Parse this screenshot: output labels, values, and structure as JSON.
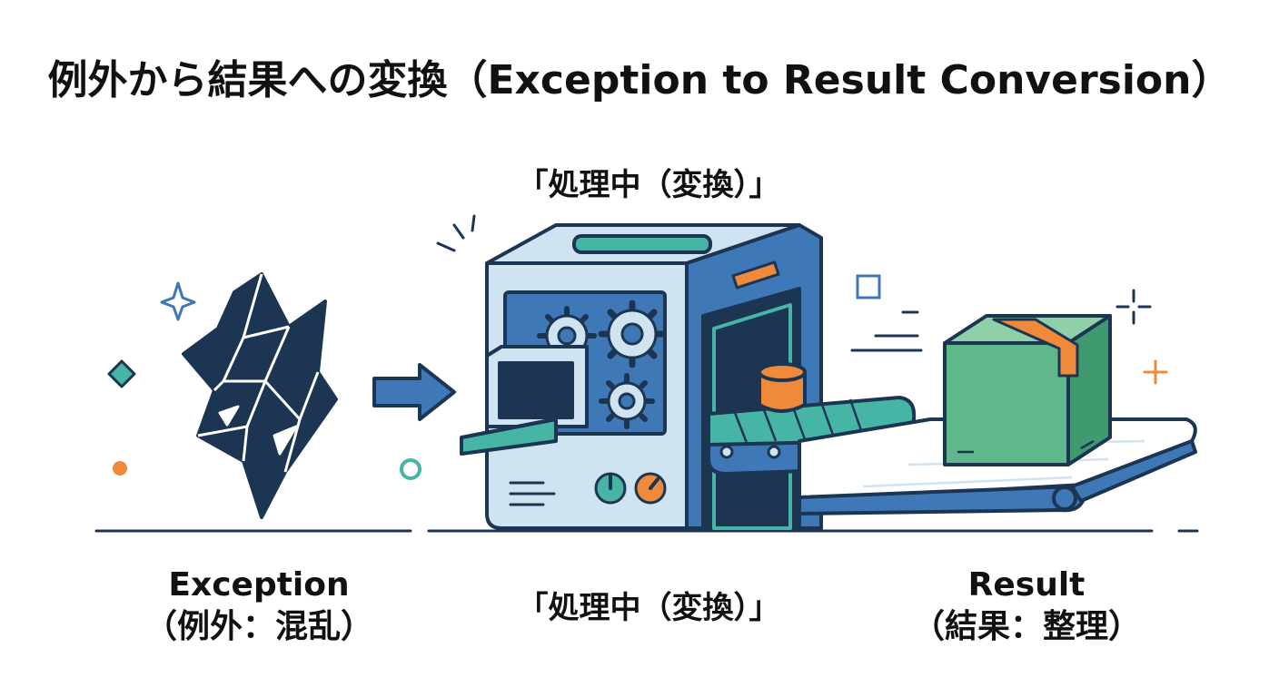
{
  "title": "例外から結果への変換（Exception to Result Conversion）",
  "machine_label_top": "「処理中（変換）」",
  "exception": {
    "name": "Exception",
    "subtitle": "（例外：混乱）"
  },
  "processing": {
    "label": "「処理中（変換）」"
  },
  "result": {
    "name": "Result",
    "subtitle": "（結果：整理）"
  },
  "colors": {
    "navy": "#1b3553",
    "blue": "#3f78b7",
    "light_blue": "#cfe3f1",
    "teal": "#46b5a6",
    "green": "#5fb78a",
    "orange": "#ef8a3c"
  },
  "icons": [
    "exception-crystal-icon",
    "arrow-right-icon",
    "gear-icon",
    "machine-icon",
    "conveyor-belt-icon",
    "cylinder-icon",
    "box-icon",
    "sparkle-icon",
    "dial-icon"
  ]
}
